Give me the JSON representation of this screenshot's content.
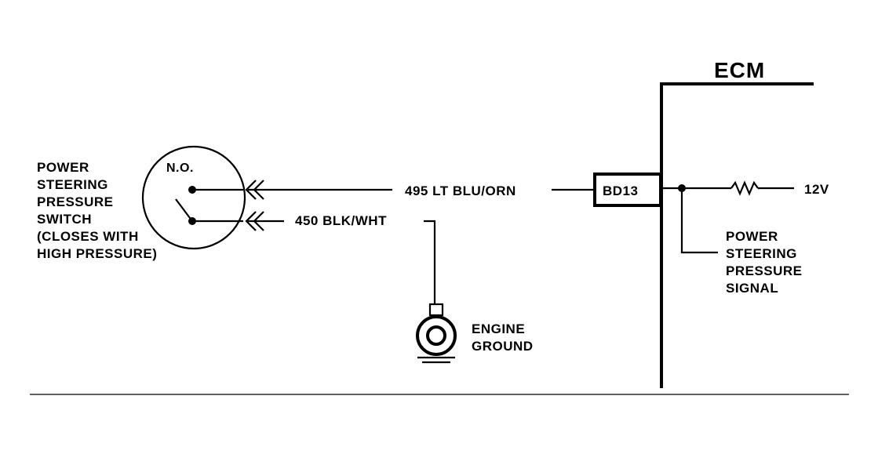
{
  "switch": {
    "label_lines": [
      "POWER",
      "STEERING",
      "PRESSURE",
      "SWITCH",
      "(CLOSES WITH",
      "HIGH PRESSURE)"
    ],
    "state": "N.O."
  },
  "wires": {
    "signal": "495 LT BLU/ORN",
    "ground": "450 BLK/WHT"
  },
  "ground": {
    "label_lines": [
      "ENGINE",
      "GROUND"
    ]
  },
  "ecm": {
    "title": "ECM",
    "terminal": "BD13",
    "supply": "12V",
    "signal_label_lines": [
      "POWER",
      "STEERING",
      "PRESSURE",
      "SIGNAL"
    ]
  }
}
